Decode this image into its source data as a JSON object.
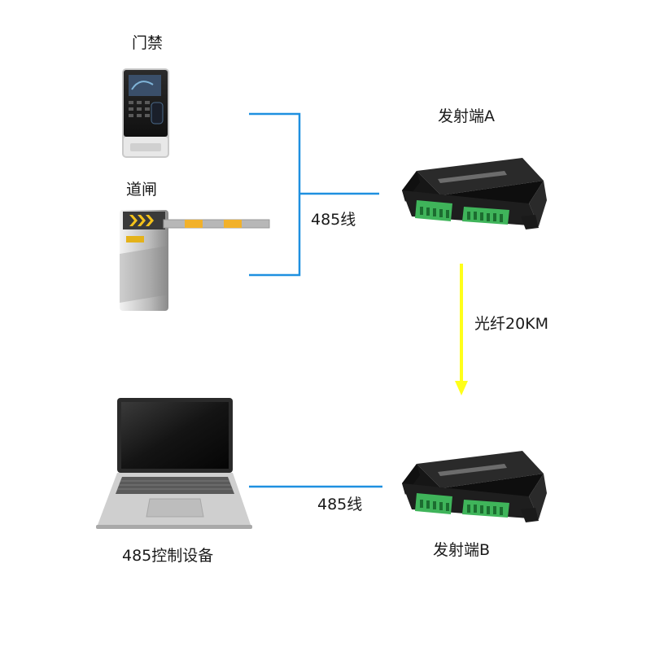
{
  "labels": {
    "access_control": "门禁",
    "barrier_gate": "道闸",
    "transmitter_a": "发射端A",
    "transmitter_b": "发射端B",
    "cable_top": "485线",
    "cable_bottom": "485线",
    "fiber_link": "光纤20KM",
    "controller": "485控制设备"
  },
  "colors": {
    "rs485_line": "#1e90e0",
    "fiber_arrow": "#ffff1a",
    "device_body": "#1c1c1c",
    "terminal_green": "#3fb45a"
  }
}
